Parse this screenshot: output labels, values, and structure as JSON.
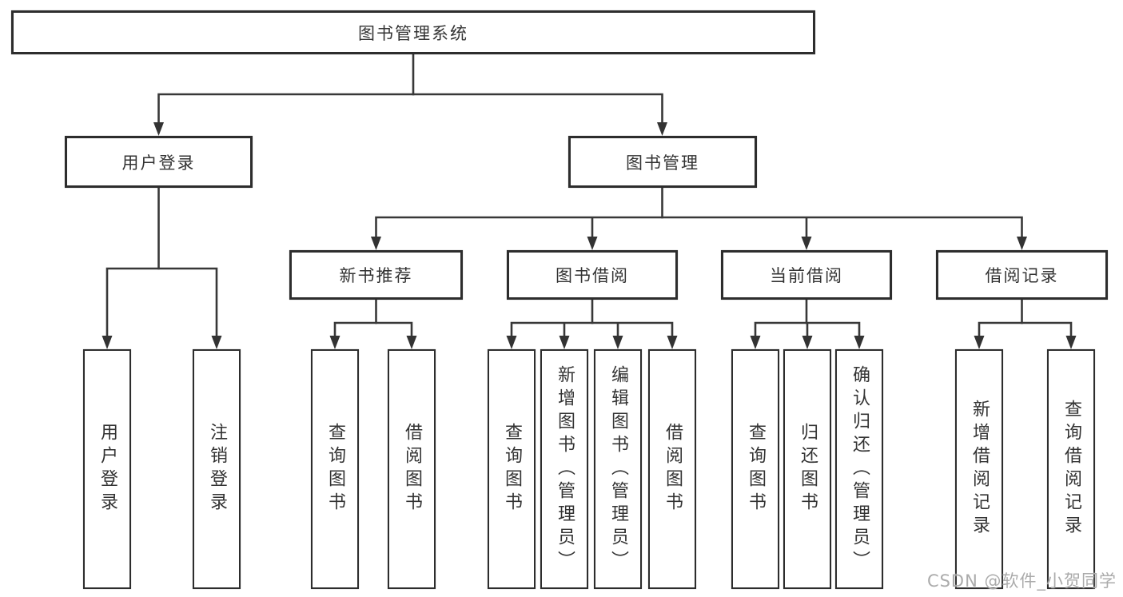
{
  "diagram": {
    "root": {
      "label": "图书管理系统"
    },
    "level2": {
      "user_login": {
        "label": "用户登录"
      },
      "book_mgmt": {
        "label": "图书管理"
      }
    },
    "level3": {
      "new_books": {
        "label": "新书推荐"
      },
      "book_borrow": {
        "label": "图书借阅"
      },
      "current_borrow": {
        "label": "当前借阅"
      },
      "borrow_records": {
        "label": "借阅记录"
      }
    },
    "leaves": {
      "user": [
        "用户登录",
        "注销登录"
      ],
      "recommend": [
        "查询图书",
        "借阅图书"
      ],
      "borrow": [
        "查询图书",
        "新增图书（管理员）",
        "编辑图书（管理员）",
        "借阅图书"
      ],
      "current": [
        "查询图书",
        "归还图书",
        "确认归还（管理员）"
      ],
      "records": [
        "新增借阅记录",
        "查询借阅记录"
      ]
    }
  },
  "watermark": "CSDN @软件_小贺同学",
  "colors": {
    "line": "#383838",
    "box_border": "#2d2d2d",
    "text": "#333333",
    "watermark": "#ababab",
    "background": "#ffffff"
  }
}
